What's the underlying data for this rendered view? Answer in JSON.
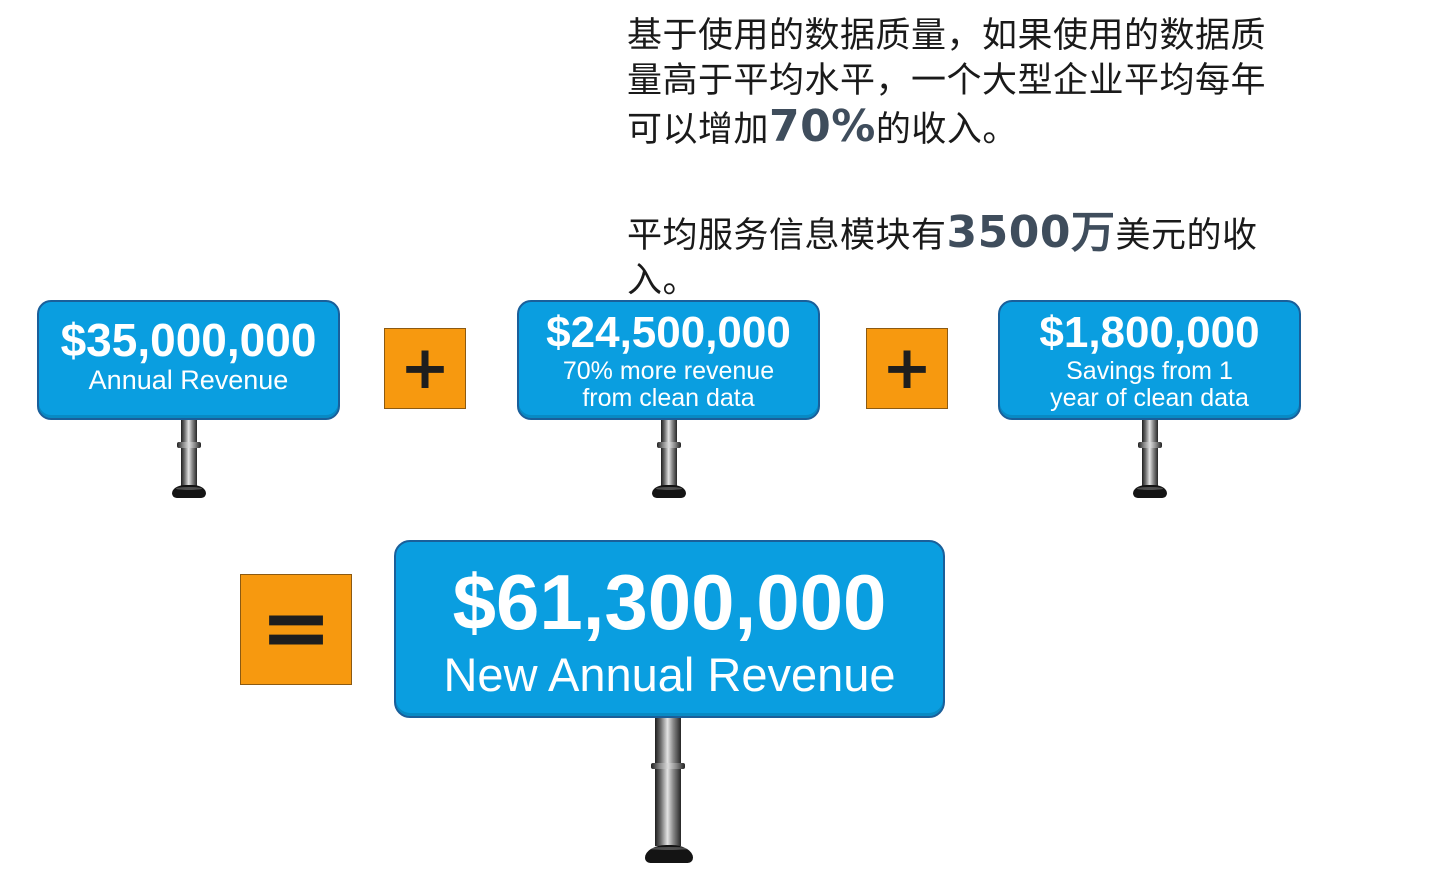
{
  "intro": {
    "line1": "基于使用的数据质量，如果使用的数据质",
    "line2": "量高于平均水平，一个大型企业平均每年",
    "line3_prefix": "可以增加",
    "line3_highlight": "70%",
    "line3_suffix": "的收入。",
    "line4_prefix": "平均服务信息模块有",
    "line4_highlight": "3500万",
    "line4_suffix": "美元的收入。"
  },
  "signs": [
    {
      "amount": "$35,000,000",
      "caption_line1": "Annual Revenue",
      "caption_line2": ""
    },
    {
      "amount": "$24,500,000",
      "caption_line1": "70% more revenue",
      "caption_line2": "from clean data"
    },
    {
      "amount": "$1,800,000",
      "caption_line1": "Savings from 1",
      "caption_line2": "year of clean data"
    }
  ],
  "result": {
    "amount": "$61,300,000",
    "caption": "New Annual Revenue"
  },
  "operators": {
    "plus": "+",
    "equals": "="
  },
  "colors": {
    "sign_blue": "#0a9ee0",
    "operator_orange": "#f7990f",
    "highlight_text": "#3f4d5c"
  }
}
